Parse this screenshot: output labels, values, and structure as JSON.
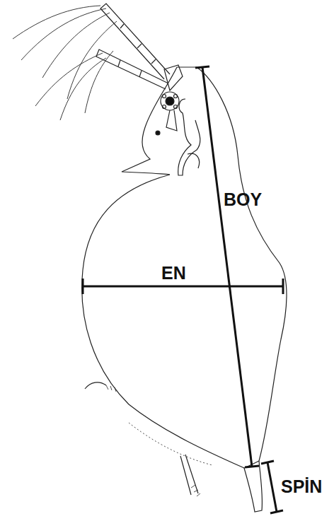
{
  "diagram": {
    "labels": [
      "BOY",
      "EN",
      "SPİN"
    ]
  }
}
